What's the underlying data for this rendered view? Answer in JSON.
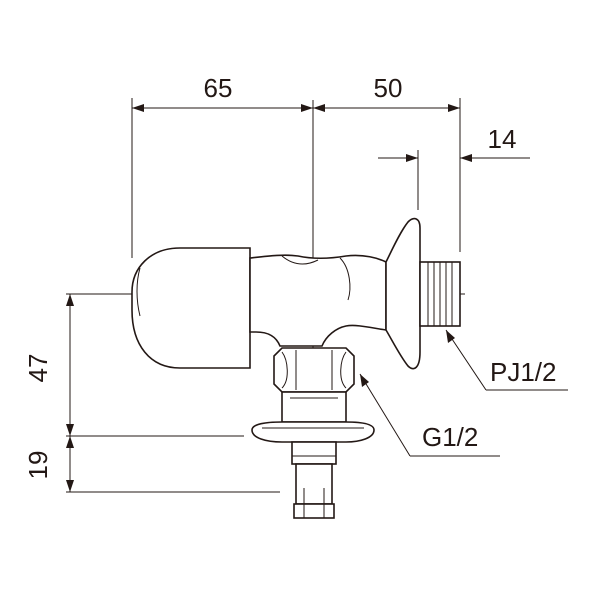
{
  "dimensions": {
    "width_left": "65",
    "width_right": "50",
    "thread_length": "14",
    "height_upper": "47",
    "height_lower": "19"
  },
  "callouts": {
    "outlet_thread": "PJ1/2",
    "inlet_thread": "G1/2"
  }
}
